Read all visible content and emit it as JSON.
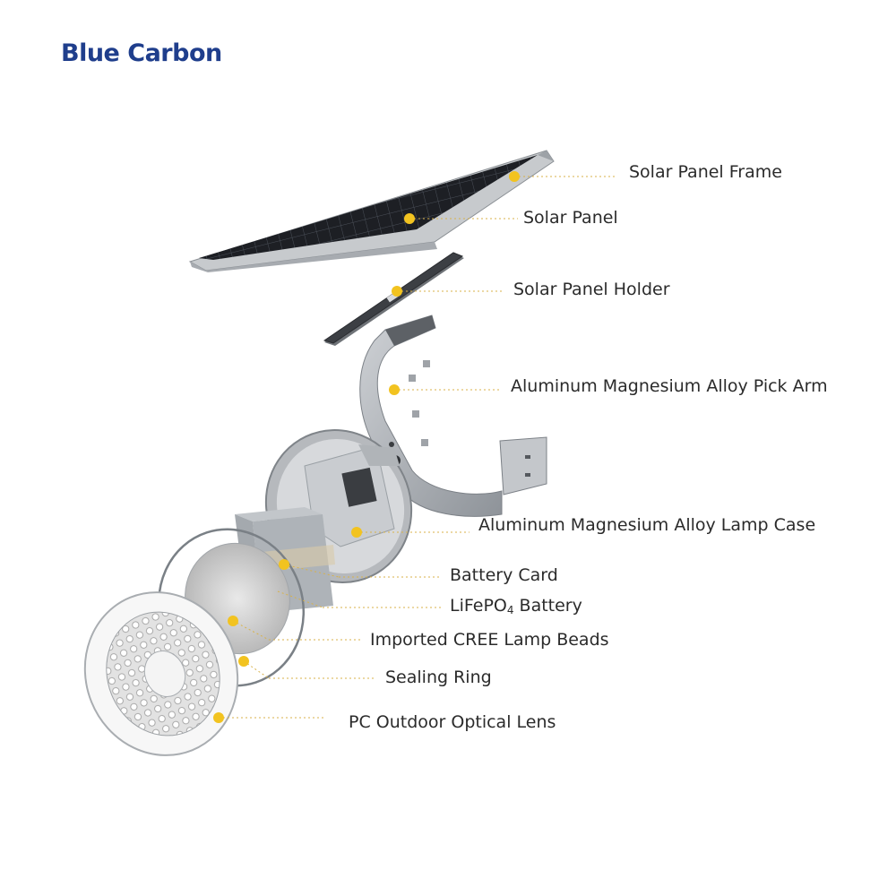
{
  "brand": {
    "name": "Blue Carbon",
    "color": "#1f3e8c"
  },
  "marker_color": "#f2c320",
  "components": [
    {
      "id": "solar-panel-frame",
      "label": "Solar Panel Frame"
    },
    {
      "id": "solar-panel",
      "label": "Solar Panel"
    },
    {
      "id": "solar-panel-holder",
      "label": "Solar Panel Holder"
    },
    {
      "id": "pick-arm",
      "label": "Aluminum Magnesium Alloy Pick Arm"
    },
    {
      "id": "lamp-case",
      "label": "Aluminum Magnesium Alloy Lamp Case"
    },
    {
      "id": "battery-card",
      "label": "Battery Card"
    },
    {
      "id": "lifepo4-battery",
      "label_main": "LiFePO",
      "label_sub": "4",
      "label_tail": " Battery"
    },
    {
      "id": "cree-lamp-beads",
      "label": "Imported CREE Lamp Beads"
    },
    {
      "id": "sealing-ring",
      "label": "Sealing Ring"
    },
    {
      "id": "optical-lens",
      "label": "PC Outdoor Optical Lens"
    }
  ]
}
